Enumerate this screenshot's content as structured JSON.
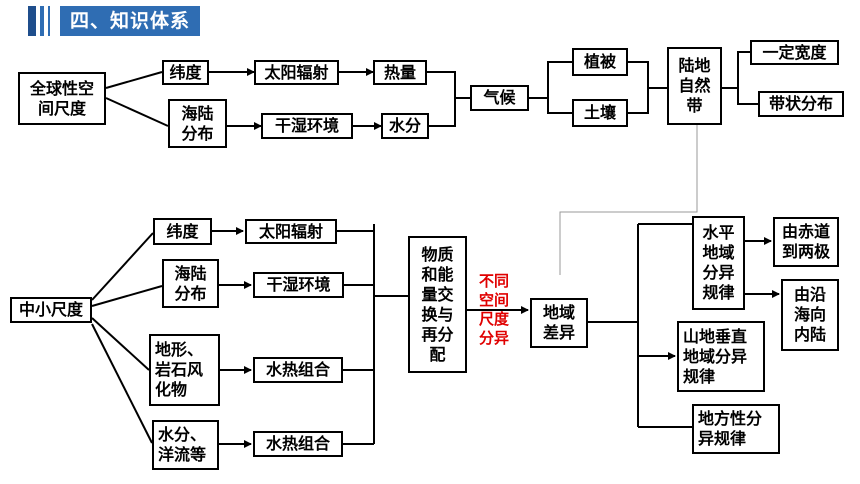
{
  "header": {
    "title": "四、知识体系",
    "accent_color": "#2f6db3"
  },
  "top": {
    "root": "全球性空\n间尺度",
    "latitude": "纬度",
    "land_sea": "海陆\n分布",
    "solar": "太阳辐射",
    "dry_wet": "干湿环境",
    "heat": "热量",
    "water": "水分",
    "climate": "气候",
    "vegetation": "植被",
    "soil": "土壤",
    "natural_belt": "陆地\n自然\n带",
    "width": "一定宽度",
    "zonal": "带状分布"
  },
  "bottom": {
    "root": "中小尺度",
    "latitude": "纬度",
    "land_sea": "海陆\n分布",
    "terrain": "地形、\n岩石风\n化物",
    "water_current": "水分、\n洋流等",
    "solar": "太阳辐射",
    "dry_wet": "干湿环境",
    "hydrothermal_1": "水热组合",
    "hydrothermal_2": "水热组合",
    "exchange": "物质\n和能\n量交\n换与\n再分\n配",
    "red_label": "不同\n空间\n尺度\n分异",
    "regional_diff": "地域\n差异",
    "horizontal": "水平\n地域\n分异\n规律",
    "equator": "由赤道\n到两极",
    "coast": "由沿\n海向\n内陆",
    "mountain": "山地垂直\n地域分异\n规律",
    "local": "地方性分\n异规律"
  },
  "colors": {
    "line": "#000000",
    "red": "#e00000",
    "gray_line": "#999999"
  }
}
